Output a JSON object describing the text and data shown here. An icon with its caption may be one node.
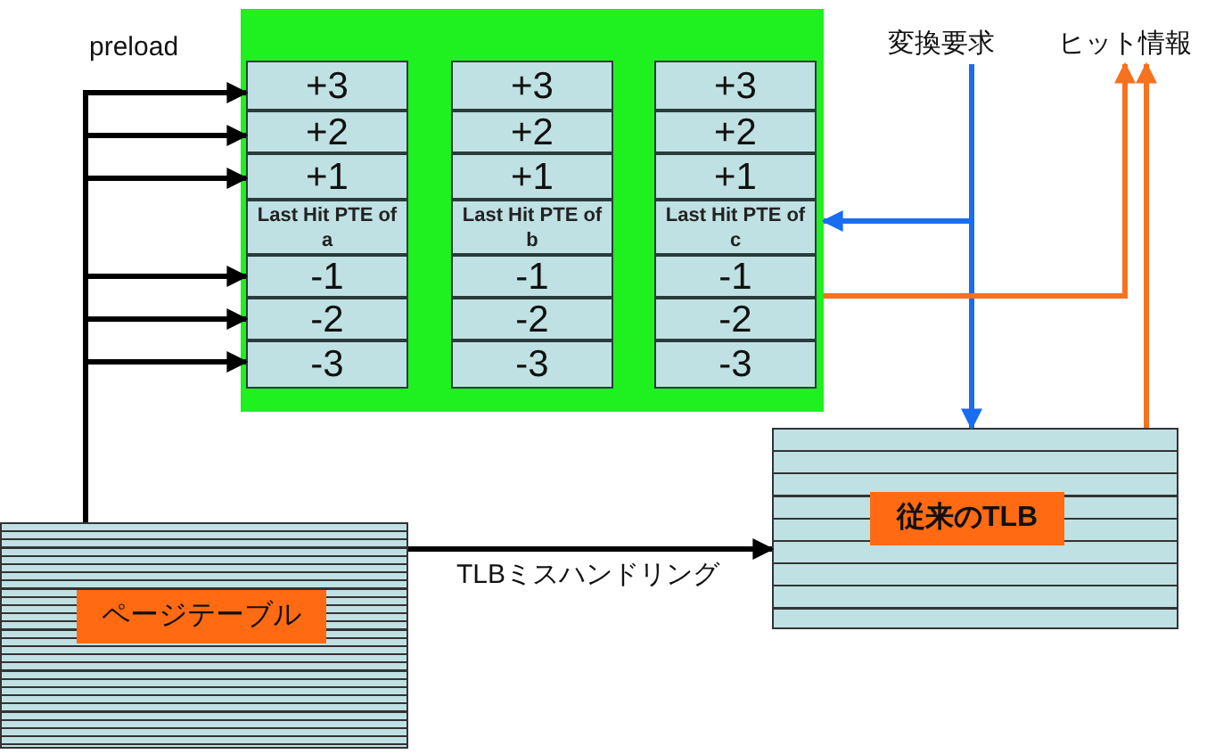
{
  "diagram": {
    "nodes": [
      {
        "text": [],
        "shape": "box"
      },
      {
        "text": [
          "+3"
        ],
        "in": 0
      },
      {
        "text": [
          "+2"
        ],
        "in": 0
      },
      {
        "text": [
          "+1"
        ],
        "in": 0
      },
      {
        "text": [
          "Last Hit PTE of a"
        ],
        "in": 0
      },
      {
        "text": [
          "-1"
        ],
        "in": 0
      },
      {
        "text": [
          "-2"
        ],
        "in": 0
      },
      {
        "text": [
          "-3"
        ],
        "in": 0
      },
      {
        "text": [
          "+3"
        ],
        "in": 0
      },
      {
        "text": [
          "+2"
        ],
        "in": 0
      },
      {
        "text": [
          "+1"
        ],
        "in": 0
      },
      {
        "text": [
          "Last Hit PTE of b"
        ],
        "in": 0
      },
      {
        "text": [
          "-1"
        ],
        "in": 0
      },
      {
        "text": [
          "-2"
        ],
        "in": 0
      },
      {
        "text": [
          "-3"
        ],
        "in": 0
      },
      {
        "text": [
          "+3"
        ],
        "in": 0
      },
      {
        "text": [
          "+2"
        ],
        "in": 0
      },
      {
        "text": [
          "+1"
        ],
        "in": 0
      },
      {
        "text": [
          "Last Hit PTE of c"
        ],
        "in": 0
      },
      {
        "text": [
          "-1"
        ],
        "in": 0
      },
      {
        "text": [
          "-2"
        ],
        "in": 0
      },
      {
        "text": [
          "-3"
        ],
        "in": 0
      },
      {
        "text": [
          "ページテーブル"
        ]
      },
      {
        "text": [
          "従来のTLB"
        ]
      },
      {
        "text": [
          "変換要求"
        ]
      },
      {
        "text": [
          "ヒット情報"
        ]
      }
    ],
    "edges": [
      {
        "from": 22,
        "to": 1,
        "arrow": "to"
      },
      {
        "from": 22,
        "to": 2,
        "arrow": "to"
      },
      {
        "from": 22,
        "to": 3,
        "arrow": "to"
      },
      {
        "from": 22,
        "to": 5,
        "arrow": "to"
      },
      {
        "from": 22,
        "to": 6,
        "arrow": "to"
      },
      {
        "from": 22,
        "to": 7,
        "arrow": "to"
      },
      {
        "from": 22,
        "to": 23,
        "arrow": "to",
        "label": "TLBミスハンドリング"
      },
      {
        "from": 24,
        "to": 23,
        "arrow": "to",
        "color": "#1a6cf0"
      },
      {
        "from": 24,
        "to": 0,
        "arrow": "to",
        "color": "#1a6cf0"
      },
      {
        "from": 0,
        "to": 25,
        "arrow": "to",
        "color": "#f7711f"
      },
      {
        "from": 23,
        "to": 25,
        "arrow": "to",
        "color": "#f7711f"
      }
    ],
    "labels": [
      "preload"
    ]
  }
}
